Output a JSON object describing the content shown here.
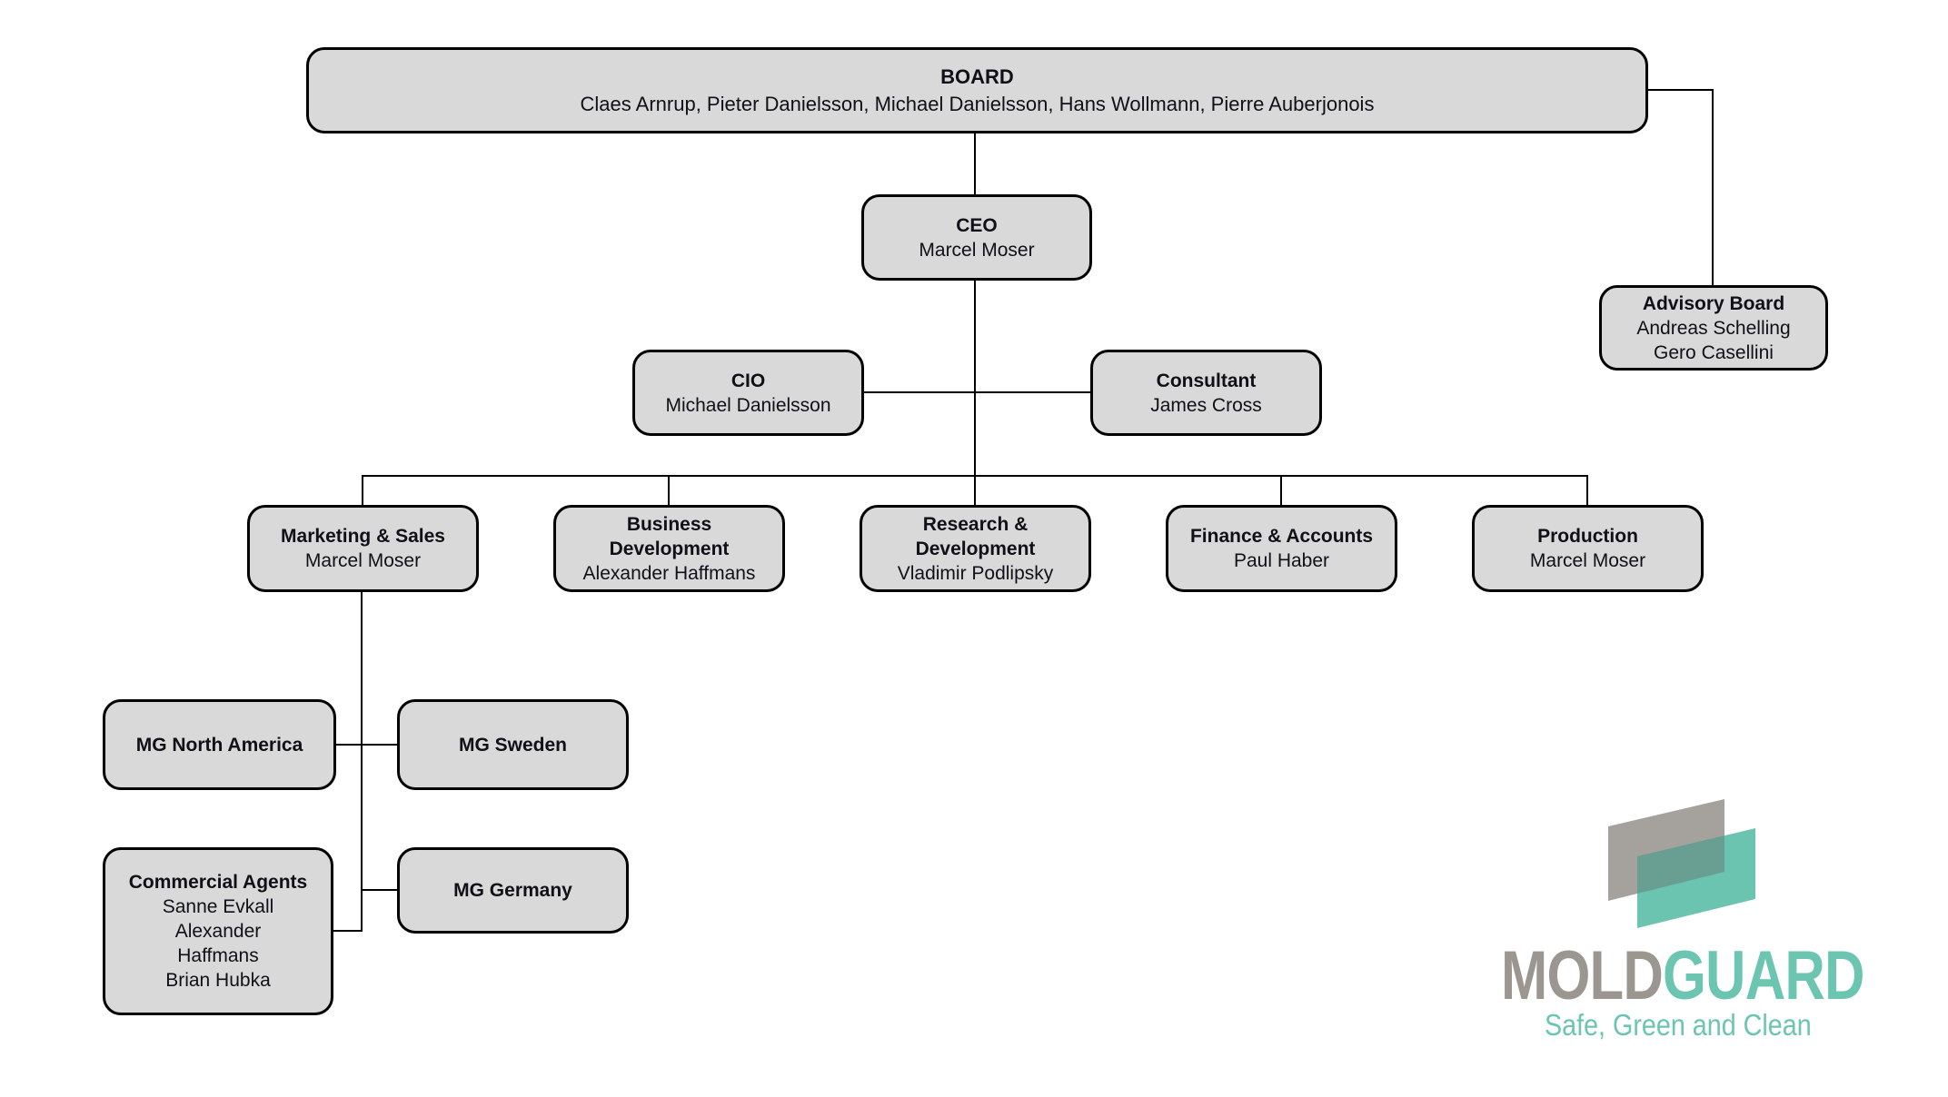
{
  "theme": {
    "box_fill": "#d9d9d9",
    "box_border": "#000000",
    "line": "#000000",
    "text": "#101018",
    "logo_gray": "#9b968f",
    "logo_teal": "#6cc5b1",
    "mark_gray": "#a5a19d",
    "mark_teal": "#6bc4b0",
    "mark_overlap": "#699f92"
  },
  "org": {
    "board": {
      "title_lines": [
        "BOARD"
      ],
      "subtitle_lines": [
        "Claes Arnrup, Pieter Danielsson, Michael Danielsson, Hans Wollmann, Pierre Auberjonois"
      ]
    },
    "ceo": {
      "title_lines": [
        "CEO"
      ],
      "subtitle_lines": [
        "Marcel Moser"
      ]
    },
    "advisory_board": {
      "title_lines": [
        "Advisory Board"
      ],
      "subtitle_lines": [
        "Andreas Schelling",
        "Gero Casellini"
      ]
    },
    "cio": {
      "title_lines": [
        "CIO"
      ],
      "subtitle_lines": [
        "Michael Danielsson"
      ]
    },
    "consultant": {
      "title_lines": [
        "Consultant"
      ],
      "subtitle_lines": [
        "James Cross"
      ]
    },
    "marketing_sales": {
      "title_lines": [
        "Marketing & Sales"
      ],
      "subtitle_lines": [
        "Marcel Moser"
      ]
    },
    "business_development": {
      "title_lines": [
        "Business",
        "Development"
      ],
      "subtitle_lines": [
        "Alexander Haffmans"
      ]
    },
    "research_development": {
      "title_lines": [
        "Research &",
        "Development"
      ],
      "subtitle_lines": [
        "Vladimir Podlipsky"
      ]
    },
    "finance_accounts": {
      "title_lines": [
        "Finance & Accounts"
      ],
      "subtitle_lines": [
        "Paul Haber"
      ]
    },
    "production": {
      "title_lines": [
        "Production"
      ],
      "subtitle_lines": [
        "Marcel Moser"
      ]
    },
    "mg_north_america": {
      "title_lines": [
        "MG North America"
      ],
      "subtitle_lines": []
    },
    "mg_sweden": {
      "title_lines": [
        "MG Sweden"
      ],
      "subtitle_lines": []
    },
    "commercial_agents": {
      "title_lines": [
        "Commercial Agents"
      ],
      "subtitle_lines": [
        "Sanne Evkall",
        "Alexander",
        "Haffmans",
        "Brian Hubka"
      ]
    },
    "mg_germany": {
      "title_lines": [
        "MG Germany"
      ],
      "subtitle_lines": []
    },
    "edges": [
      [
        "board",
        "ceo"
      ],
      [
        "board",
        "advisory_board"
      ],
      [
        "ceo",
        "cio"
      ],
      [
        "ceo",
        "consultant"
      ],
      [
        "ceo",
        "marketing_sales"
      ],
      [
        "ceo",
        "business_development"
      ],
      [
        "ceo",
        "research_development"
      ],
      [
        "ceo",
        "finance_accounts"
      ],
      [
        "ceo",
        "production"
      ],
      [
        "marketing_sales",
        "mg_north_america"
      ],
      [
        "marketing_sales",
        "mg_sweden"
      ],
      [
        "marketing_sales",
        "mg_germany"
      ],
      [
        "marketing_sales",
        "commercial_agents"
      ]
    ]
  },
  "logo": {
    "word_primary": "MOLD",
    "word_secondary": "GUARD",
    "tagline": "Safe, Green and Clean"
  }
}
